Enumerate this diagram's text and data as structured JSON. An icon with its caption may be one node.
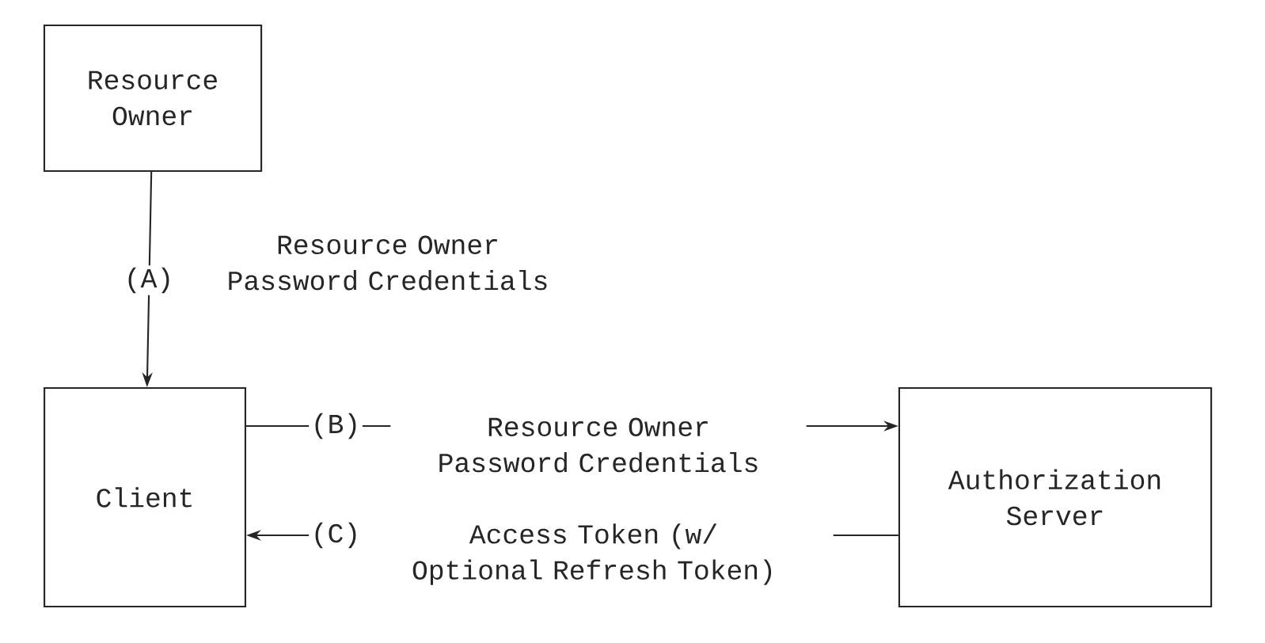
{
  "diagram": {
    "nodes": [
      {
        "text": [
          "Resource Owner"
        ]
      },
      {
        "text": [
          "Client"
        ]
      },
      {
        "text": [
          "Authorization Server"
        ]
      }
    ],
    "edges": [
      {
        "from": 0,
        "to": 1,
        "arrow": "to",
        "label": "(A)"
      },
      {
        "from": 1,
        "to": 2,
        "arrow": "to",
        "label": "(B)"
      },
      {
        "from": 2,
        "to": 1,
        "arrow": "to",
        "label": "(C)"
      }
    ],
    "labels": [
      "Resource Owner Password Credentials",
      "Resource Owner Password Credentials",
      "Access Token (w/ Optional Refresh Token)"
    ]
  }
}
